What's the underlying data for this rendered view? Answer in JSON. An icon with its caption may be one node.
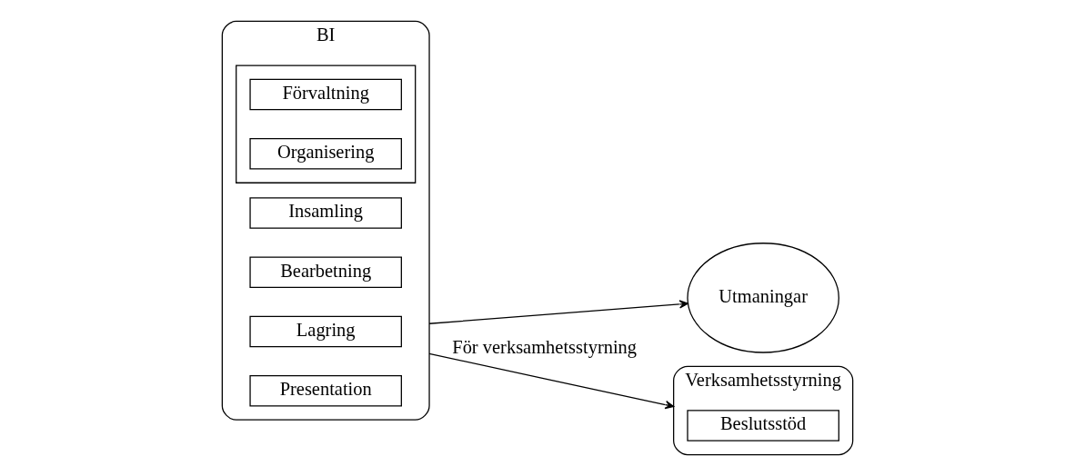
{
  "diagram": {
    "nodes": [
      {
        "text": [
          "BI"
        ]
      },
      {
        "text": [
          "Insamling"
        ],
        "in": 0
      },
      {
        "text": [
          "Bearbetning"
        ],
        "in": 0
      },
      {
        "text": [
          "Lagring"
        ],
        "in": 0
      },
      {
        "text": [
          "Presentation"
        ],
        "in": 0
      },
      {
        "text": [],
        "shape": "box",
        "in": 0
      },
      {
        "text": [
          "Förvaltning"
        ],
        "in": 5
      },
      {
        "text": [
          "Organisering"
        ],
        "in": 5
      },
      {
        "text": [
          "Utmaningar"
        ]
      },
      {
        "text": [
          "Verksamhetsstyrning"
        ]
      },
      {
        "text": [
          "Beslutsstöd"
        ],
        "in": 9
      }
    ],
    "edges": [
      {
        "from": 0,
        "to": 8,
        "arrow": "to"
      },
      {
        "from": 0,
        "to": 9,
        "arrow": "to",
        "label": "För verksamhetsstyrning"
      }
    ]
  }
}
